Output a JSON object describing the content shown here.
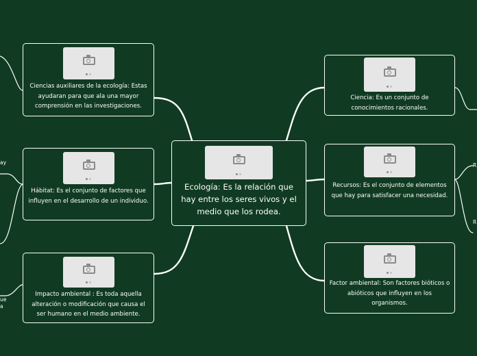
{
  "central": {
    "text": "Ecología: Es la relación que hay entre los seres vivos y el medio que los rodea.",
    "image": "camera-icon"
  },
  "left_topics": [
    {
      "text": "Ciencias auxiliares de la ecología: Estas ayudaran para que ala una mayor comprensión en las investigaciones."
    },
    {
      "text": "Hábitat: Es el conjunto de factores que influyen en el desarrollo de un individuo."
    },
    {
      "text": "Impacto ambiental : Es toda aquella alteración o modificación que causa el ser humano en el medio ambiente."
    }
  ],
  "right_topics": [
    {
      "text": "Ciencia: Es un conjunto de conocimientos racionales."
    },
    {
      "text": "Recursos: Es el conjunto de elementos que hay para satisfacer una necesidad."
    },
    {
      "text": "Factor ambiental: Son factores bióticos o abióticos que influyen en los organismos."
    }
  ],
  "edge_fragments": {
    "left_ay": "ay",
    "left_ue": "ue",
    "left_a": "a",
    "right_r1": "R",
    "right_r2": "R"
  },
  "colors": {
    "background": "#103b22",
    "line": "#ffffff",
    "placeholder": "#e6e6e6"
  }
}
